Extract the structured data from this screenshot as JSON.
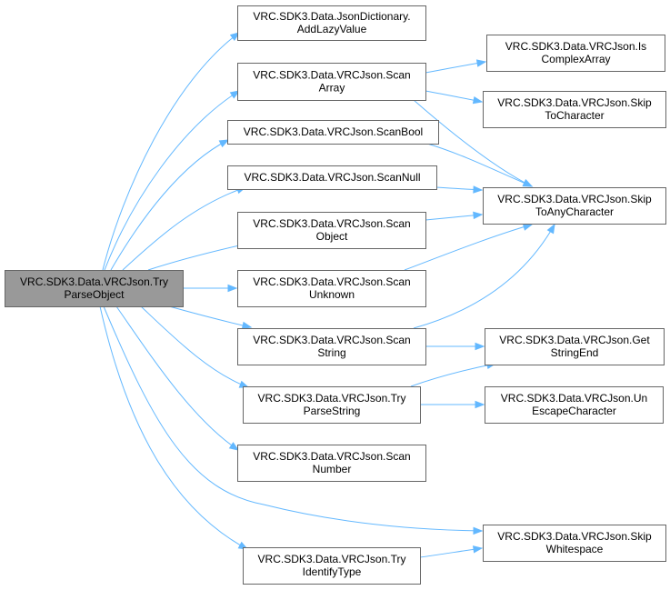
{
  "nodes": {
    "root": [
      "VRC.SDK3.Data.VRCJson.Try",
      "ParseObject"
    ],
    "add_lazy": [
      "VRC.SDK3.Data.JsonDictionary.",
      "AddLazyValue"
    ],
    "scan_array": [
      "VRC.SDK3.Data.VRCJson.Scan",
      "Array"
    ],
    "scan_bool": [
      "VRC.SDK3.Data.VRCJson.ScanBool"
    ],
    "scan_null": [
      "VRC.SDK3.Data.VRCJson.ScanNull"
    ],
    "scan_object": [
      "VRC.SDK3.Data.VRCJson.Scan",
      "Object"
    ],
    "scan_unknown": [
      "VRC.SDK3.Data.VRCJson.Scan",
      "Unknown"
    ],
    "scan_string": [
      "VRC.SDK3.Data.VRCJson.Scan",
      "String"
    ],
    "try_parse_string": [
      "VRC.SDK3.Data.VRCJson.Try",
      "ParseString"
    ],
    "scan_number": [
      "VRC.SDK3.Data.VRCJson.Scan",
      "Number"
    ],
    "try_identify_type": [
      "VRC.SDK3.Data.VRCJson.Try",
      "IdentifyType"
    ],
    "is_complex_array": [
      "VRC.SDK3.Data.VRCJson.Is",
      "ComplexArray"
    ],
    "skip_to_character": [
      "VRC.SDK3.Data.VRCJson.Skip",
      "ToCharacter"
    ],
    "skip_to_any_character": [
      "VRC.SDK3.Data.VRCJson.Skip",
      "ToAnyCharacter"
    ],
    "get_string_end": [
      "VRC.SDK3.Data.VRCJson.Get",
      "StringEnd"
    ],
    "unescape_character": [
      "VRC.SDK3.Data.VRCJson.Un",
      "EscapeCharacter"
    ],
    "skip_whitespace": [
      "VRC.SDK3.Data.VRCJson.Skip",
      "Whitespace"
    ]
  },
  "colors": {
    "edge": "#63b8ff",
    "node_border": "#666666",
    "root_fill": "#999999",
    "node_fill": "#ffffff"
  }
}
